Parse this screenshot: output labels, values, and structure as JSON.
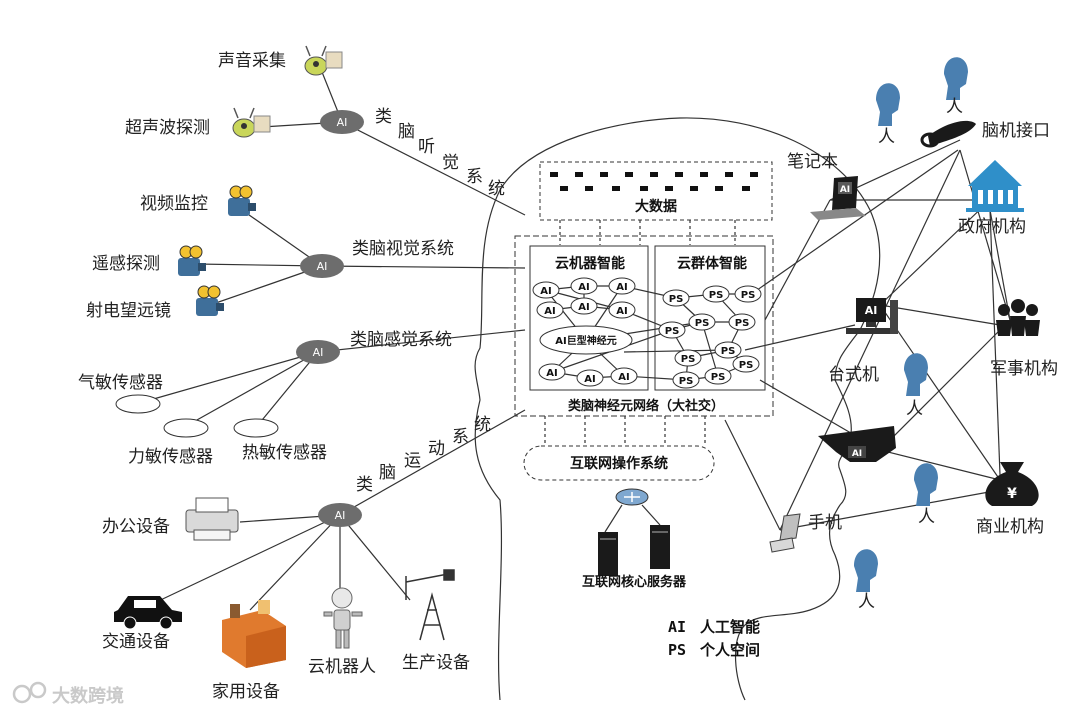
{
  "hub_label": "AI",
  "center": {
    "big_data": "大数据",
    "cloud_machine": "云机器智能",
    "cloud_swarm": "云群体智能",
    "giant_neuron": "AI巨型神经元",
    "network": "类脑神经元网络（大社交）",
    "os": "互联网操作系统",
    "core_servers": "互联网核心服务器",
    "ai_node": "AI",
    "ps_node": "PS"
  },
  "systems": {
    "hearing": [
      "类",
      "脑",
      "听",
      "觉",
      "系",
      "统"
    ],
    "vision": "类脑视觉系统",
    "sense": "类脑感觉系统",
    "motion": [
      "类",
      "脑",
      "运",
      "动",
      "系",
      "统"
    ]
  },
  "left_devices": {
    "sound": "声音采集",
    "ultrasound": "超声波探测",
    "video": "视频监控",
    "remote": "遥感探测",
    "telescope": "射电望远镜",
    "gas": "气敏传感器",
    "force": "力敏传感器",
    "heat": "热敏传感器",
    "office": "办公设备",
    "traffic": "交通设备",
    "home": "家用设备",
    "robot": "云机器人",
    "production": "生产设备"
  },
  "right_devices": {
    "laptop": "笔记本",
    "bci": "脑机接口",
    "gov": "政府机构",
    "military": "军事机构",
    "desktop": "台式机",
    "business": "商业机构",
    "phone": "手机",
    "person": "人",
    "ai_badge": "AI",
    "yen": "¥"
  },
  "legend": {
    "ai_abbr": "AI",
    "ai_text": "人工智能",
    "ps_abbr": "PS",
    "ps_text": "个人空间"
  },
  "watermark": "大数跨境",
  "colors": {
    "hub_fill": "#6d6d6d",
    "person": "#4a7fb0",
    "building": "#2f8fc9",
    "camera": "#3f6f9a",
    "box": "#e07a2e",
    "line": "#333333"
  }
}
